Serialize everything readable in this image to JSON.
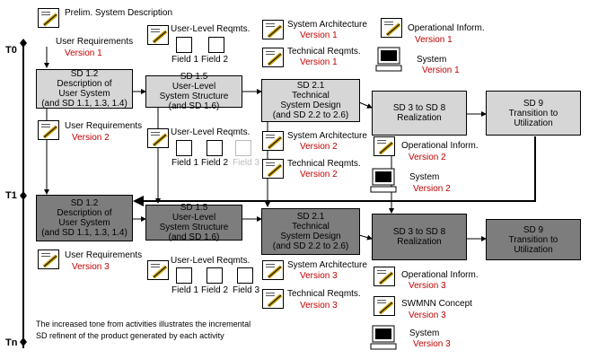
{
  "timeline": {
    "t0": "T0",
    "t1": "T1",
    "tn": "Tn"
  },
  "boxes": {
    "sd12_a": "SD 1.2\nDescription of\nUser System\n(and SD 1.1, 1.3, 1.4)",
    "sd15_a": "SD 1.5\nUser-Level\nSystem Structure\n(and SD 1.6)",
    "sd21_a": "SD 2.1\nTechnical\nSystem Design\n(and SD 2.2 to 2.6)",
    "sd38_a": "SD 3 to SD 8\nRealization",
    "sd9_a": "SD 9\nTransition to\nUtilization",
    "sd12_b": "SD 1.2\nDescription of\nUser System\n(and SD 1.1, 1.3, 1.4)",
    "sd15_b": "SD 1.5\nUser-Level\nSystem Structure\n(and SD 1.6)",
    "sd21_b": "SD 2.1\nTechnical\nSystem Design\n(and SD 2.2 to 2.6)",
    "sd38_b": "SD 3 to SD 8\nRealization",
    "sd9_b": "SD 9\nTransition to\nUtilization"
  },
  "docs": {
    "prelim": "Prelim. System\nDescription",
    "ur_label": "User Requirements",
    "ur_v1": "Version 1",
    "ur2_label": "User Requirements",
    "ur2_v": "Version 2",
    "ur3_label": "User Requirements",
    "ur3_v": "Version 3",
    "ulr1": "User-Level Reqmts.",
    "ulr2": "User-Level Reqmts.",
    "ulr3": "User-Level Reqmts.",
    "field1": "Field 1",
    "field2": "Field 2",
    "field3": "Field 3",
    "sa1": "System Architecture",
    "sa1_v": "Version 1",
    "tr1": "Technical Reqmts.",
    "tr1_v": "Version 1",
    "sa2": "System Architecture",
    "sa2_v": "Version 2",
    "tr2": "Technical Reqmts.",
    "tr2_v": "Version 2",
    "sa3": "System Architecture",
    "sa3_v": "Version 3",
    "tr3": "Technical Reqmts.",
    "tr3_v": "Version 3",
    "oi1": "Operational Inform.",
    "oi1_v": "Version 1",
    "sys1": "System",
    "sys1_v": "Version 1",
    "oi2": "Operational Inform.",
    "oi2_v": "Version 2",
    "sys2": "System",
    "sys2_v": "Version 2",
    "oi3": "Operational Inform.",
    "oi3_v": "Version 3",
    "swmnn": "SWMNN Concept",
    "swmnn_v": "Version 3",
    "sys3": "System",
    "sys3_v": "Version 3"
  },
  "note": "The increased tone from activities illustrates the incremental\nSD refinent of the product  generated by each activity",
  "colors": {
    "version_red": "#c00000",
    "light_box": "#d6d6d6",
    "dark_box": "#7d7d7d"
  }
}
